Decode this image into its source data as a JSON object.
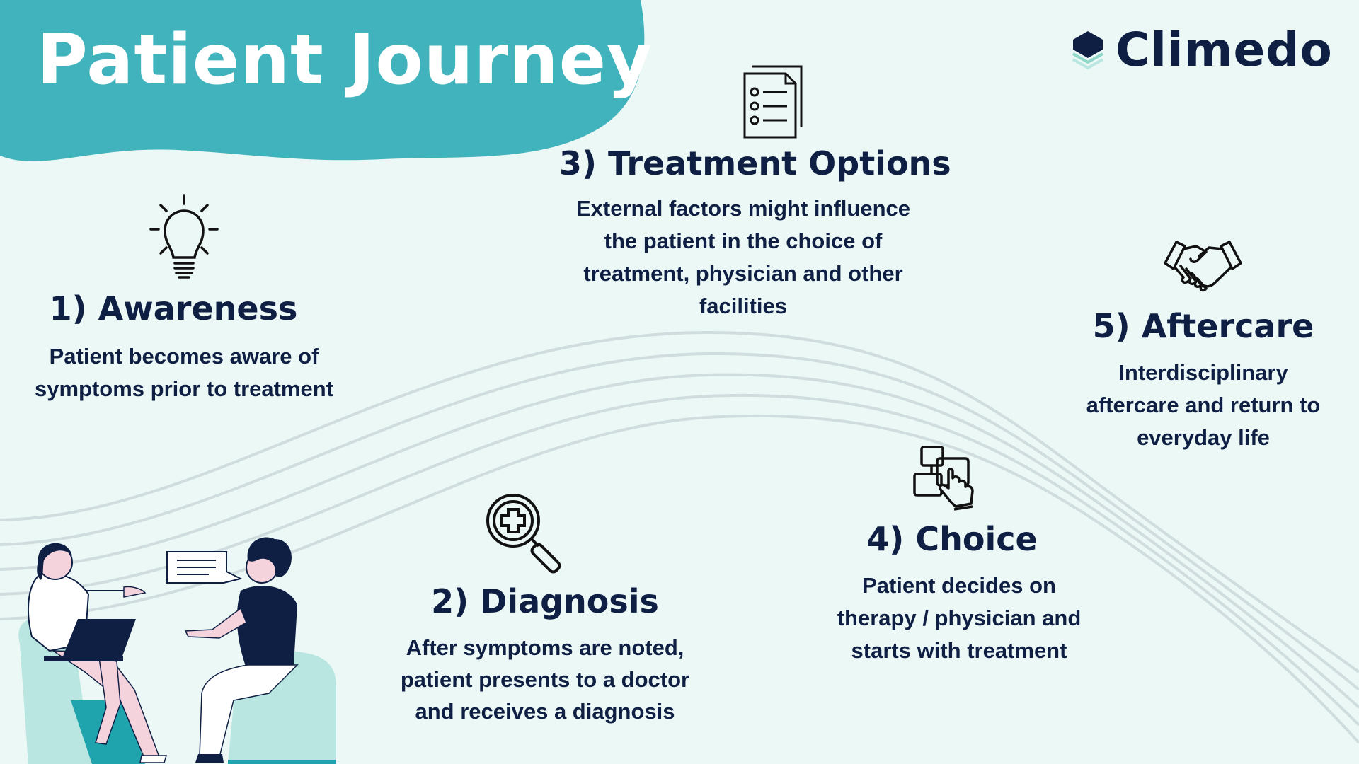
{
  "header": {
    "title": "Patient Journey"
  },
  "brand": {
    "name": "Climedo"
  },
  "colors": {
    "background": "#ecf8f5",
    "blob": "#41b3bc",
    "navy": "#0f1f44",
    "wave": "#cfdddf",
    "mint": "#b9e6e1"
  },
  "steps": [
    {
      "title": "1) Awareness",
      "icon": "lightbulb-icon",
      "description": "Patient becomes aware of symptoms prior to treatment"
    },
    {
      "title": "2) Diagnosis",
      "icon": "magnifier-medical-cross-icon",
      "description": "After symptoms are noted, patient presents to a doctor and receives a diagnosis"
    },
    {
      "title": "3) Treatment Options",
      "icon": "checklist-document-icon",
      "description": "External factors might influence the patient in the choice of treatment, physician and other facilities"
    },
    {
      "title": "4) Choice",
      "icon": "pointer-choice-icon",
      "description": "Patient decides on therapy / physician and starts with treatment"
    },
    {
      "title": "5) Aftercare",
      "icon": "handshake-icon",
      "description": "Interdisciplinary aftercare and return to everyday life"
    }
  ],
  "illustration": {
    "name": "doctor-patient-consultation"
  }
}
